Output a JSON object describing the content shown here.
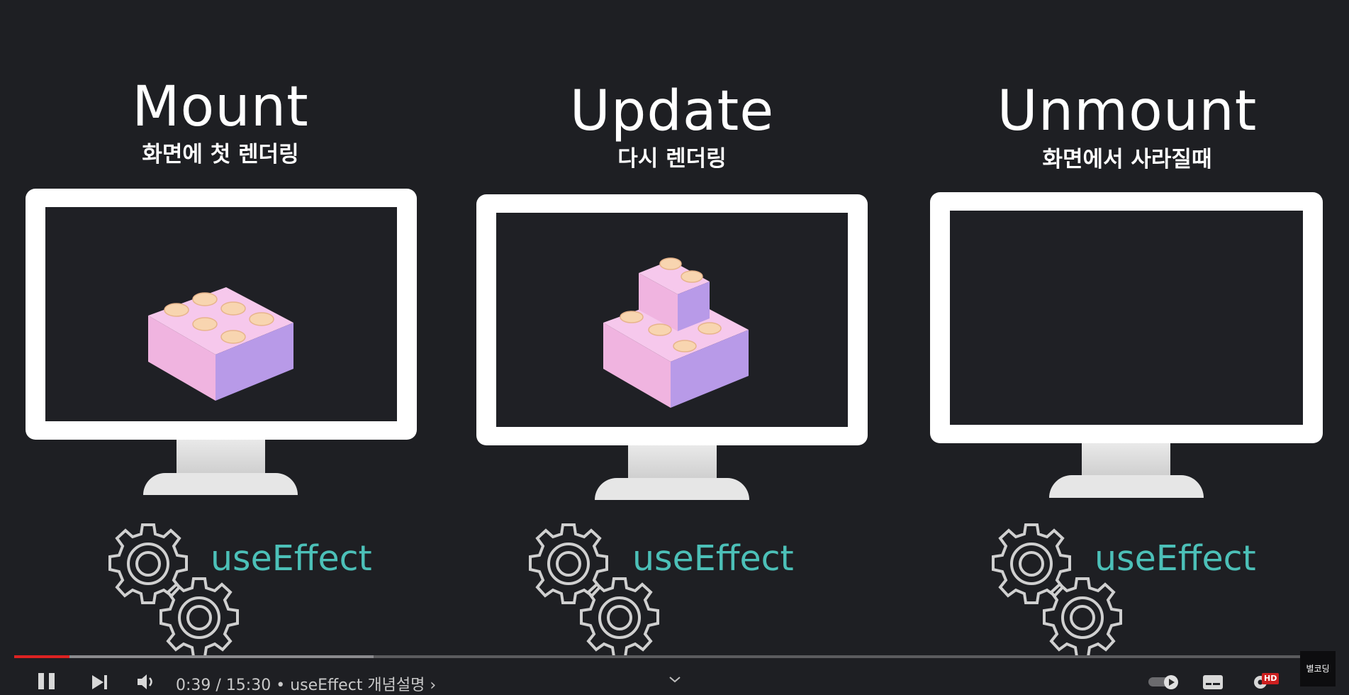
{
  "panels": [
    {
      "title": "Mount",
      "subtitle": "화면에 첫 렌더링",
      "hook": "useEffect"
    },
    {
      "title": "Update",
      "subtitle": "다시 렌더링",
      "hook": "useEffect"
    },
    {
      "title": "Unmount",
      "subtitle": "화면에서 사라질때",
      "hook": "useEffect"
    }
  ],
  "player": {
    "current_time": "0:39",
    "duration": "15:30",
    "separator": " / ",
    "chapter_bullet": " • ",
    "chapter": "useEffect 개념설명",
    "chapter_chevron": "›",
    "played_fraction": 0.042,
    "hd_badge": "HD"
  },
  "watermark": "별코딩",
  "colors": {
    "background": "#1e1f23",
    "accent_teal": "#4cc0b8",
    "lego_pink": "#f3b8e6",
    "lego_purple": "#b699e6",
    "stud_peach": "#f8d5b0",
    "progress_red": "#dd2222"
  }
}
